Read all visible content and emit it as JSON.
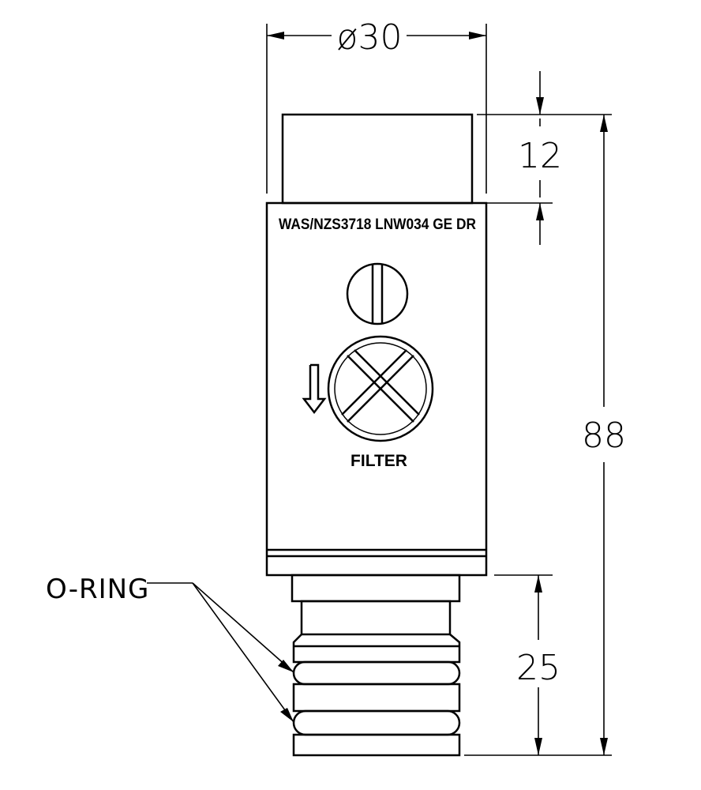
{
  "dimensions": {
    "diameter": "ø30",
    "top_height": "12",
    "overall_height": "88",
    "bottom_height": "25"
  },
  "labels": {
    "o_ring": "O-RING",
    "standard_marking": "WAS/NZS3718 LNW034 GE DR",
    "filter": "FILTER"
  },
  "icons": {
    "slotted_screw": "slotted-screw-icon",
    "filter_cap": "filter-cross-icon",
    "flow_arrow": "down-arrow-icon"
  },
  "colors": {
    "line": "#000000",
    "background": "#ffffff"
  }
}
